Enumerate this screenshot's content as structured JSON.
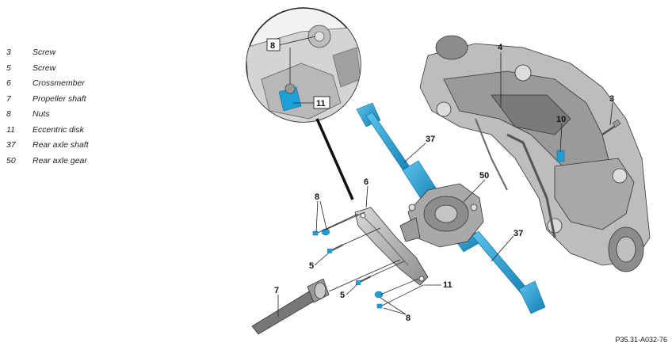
{
  "legend": [
    {
      "num": "3",
      "label": "Screw"
    },
    {
      "num": "5",
      "label": "Screw"
    },
    {
      "num": "6",
      "label": "Crossmember"
    },
    {
      "num": "7",
      "label": "Propeller shaft"
    },
    {
      "num": "8",
      "label": "Nuts"
    },
    {
      "num": "11",
      "label": "Eccentric disk"
    },
    {
      "num": "37",
      "label": "Rear axle shaft"
    },
    {
      "num": "50",
      "label": "Rear axle gear"
    }
  ],
  "callouts": {
    "c4": "4",
    "c3": "3",
    "c10": "10",
    "c37_top": "37",
    "c37_bottom": "37",
    "c50": "50",
    "c6": "6",
    "c8_left": "8",
    "c5_upper": "5",
    "c5_lower": "5",
    "c7": "7",
    "c11": "11",
    "c8_bottom": "8",
    "detail_8": "8",
    "detail_11": "11"
  },
  "figure_reference": "P35.31-A032-76",
  "colors": {
    "highlight": "#1e9fd6",
    "line": "#222222",
    "metal": "#8a8a8a",
    "metal_light": "#c8c8c8"
  }
}
